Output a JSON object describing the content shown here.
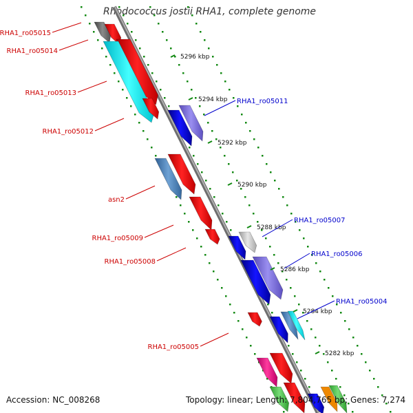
{
  "title": "Rhodococcus jostii RHA1, complete genome",
  "footer": {
    "accession": "Accession: NC_008268",
    "summary": "Topology: linear; Length: 7,804,765 bp; Genes: 7,274"
  },
  "scale": {
    "ticks": [
      "5296 kbp",
      "5294 kbp",
      "5292 kbp",
      "5290 kbp",
      "5288 kbp",
      "5286 kbp",
      "5284 kbp",
      "5282 kbp"
    ]
  },
  "gene_labels": {
    "left": [
      "RHA1_ro05015",
      "RHA1_ro05014",
      "RHA1_ro05013",
      "RHA1_ro05012",
      "asn2",
      "RHA1_ro05009",
      "RHA1_ro05008",
      "RHA1_ro05005"
    ],
    "right": [
      "RHA1_ro05011",
      "RHA1_ro05007",
      "RHA1_ro05006",
      "RHA1_ro05004"
    ]
  },
  "colors": {
    "backbone": "#8c8c8c",
    "minus_strand_label": "#cc0000",
    "plus_strand_label": "#0000cc",
    "red_gene": "#ee1111",
    "blue_gene": "#0a0ae6",
    "purple_gene": "#7b6fd8",
    "cyan_gene": "#16e6e6",
    "steel_gene": "#4a82b8",
    "gray_gene": "#777777",
    "light_gray_gene": "#c8c8c8",
    "magenta_gene": "#e8157f",
    "tick_dots": "#118811"
  }
}
